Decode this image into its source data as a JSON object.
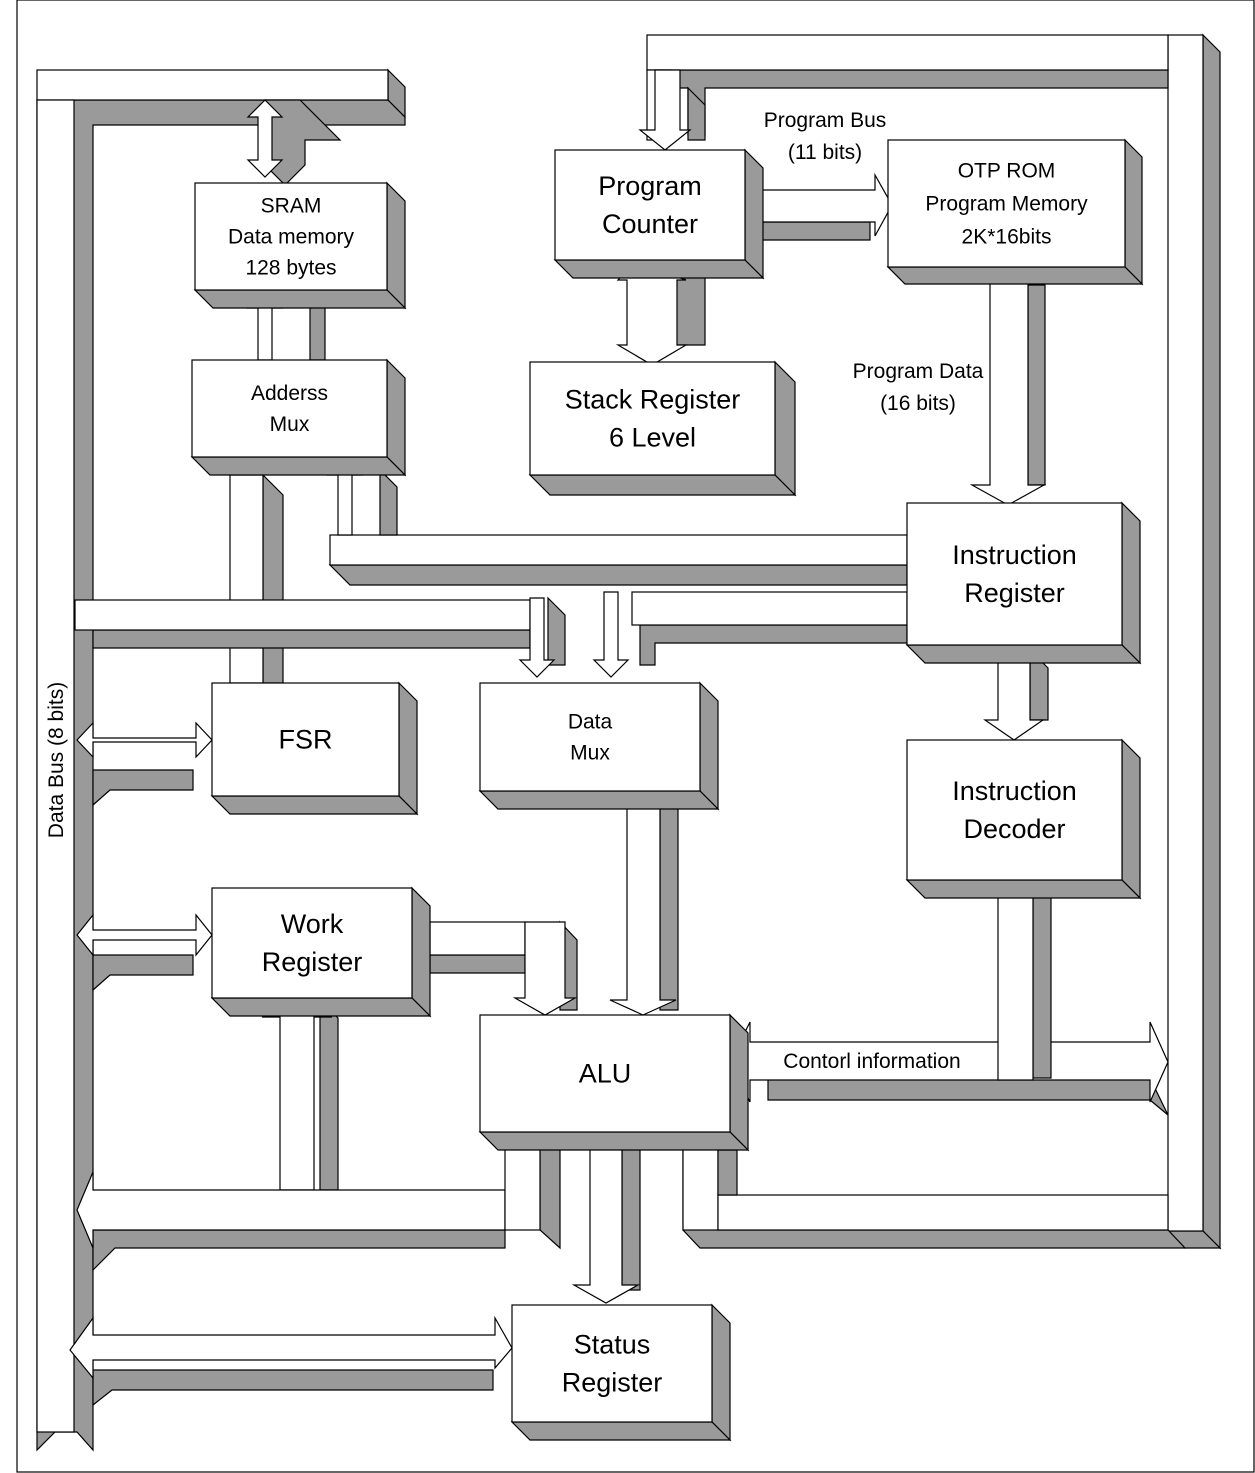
{
  "blocks": {
    "sram": [
      "SRAM",
      "Data memory",
      "128 bytes"
    ],
    "address_mux": [
      "Adderss",
      "Mux"
    ],
    "program_counter": [
      "Program",
      "Counter"
    ],
    "stack_register": [
      "Stack Register",
      "6 Level"
    ],
    "otp_rom": [
      "OTP ROM",
      "Program Memory",
      "2K*16bits"
    ],
    "instruction_register": [
      "Instruction",
      "Register"
    ],
    "instruction_decoder": [
      "Instruction",
      "Decoder"
    ],
    "data_mux": [
      "Data",
      "Mux"
    ],
    "fsr": [
      "FSR"
    ],
    "work_register": [
      "Work",
      "Register"
    ],
    "alu": [
      "ALU"
    ],
    "status_register": [
      "Status",
      "Register"
    ]
  },
  "labels": {
    "program_bus": [
      "Program Bus",
      "(11 bits)"
    ],
    "program_data": [
      "Program Data",
      "(16 bits)"
    ],
    "control_info": "Contorl information",
    "data_bus": "Data Bus (8 bits)"
  },
  "colors": {
    "shadow": "#9a9a9a",
    "face": "#ffffff",
    "line": "#000000"
  }
}
